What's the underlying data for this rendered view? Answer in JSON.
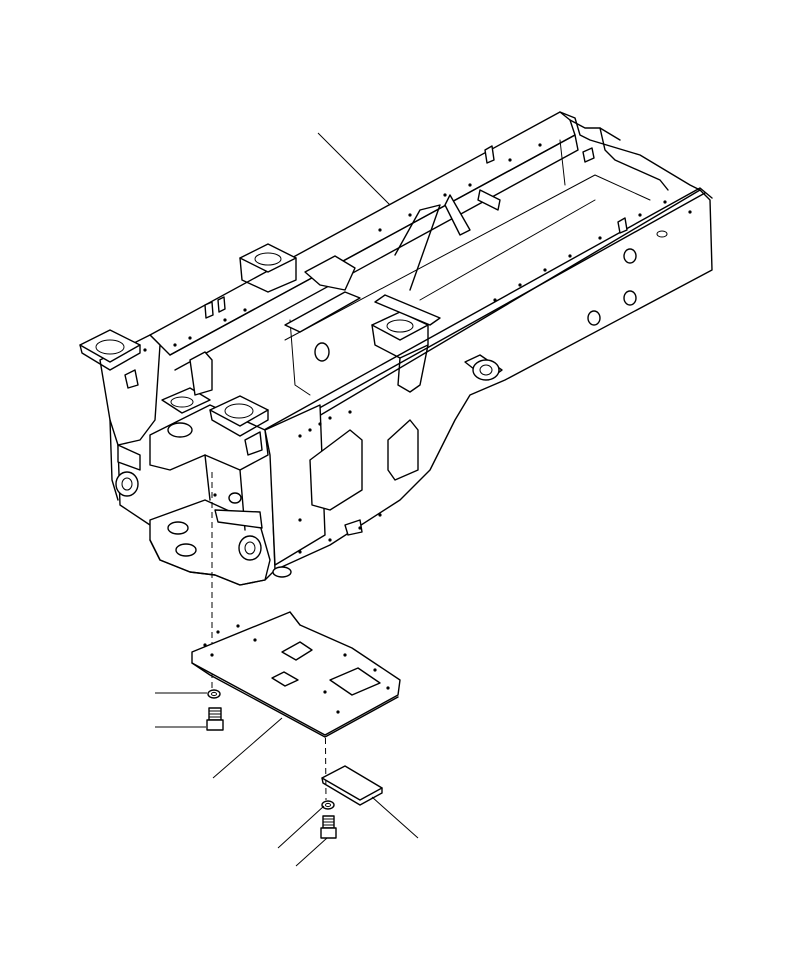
{
  "drawing": {
    "background": "#ffffff",
    "line_color": "#000000"
  },
  "parts": [
    {
      "id": "frame",
      "icon": "rear-frame-icon"
    },
    {
      "id": "cover",
      "icon": "bottom-cover-plate-icon"
    },
    {
      "id": "small-cover",
      "icon": "small-cover-plate-icon"
    },
    {
      "id": "washer-left",
      "icon": "washer-icon"
    },
    {
      "id": "bolt-left",
      "icon": "bolt-icon"
    },
    {
      "id": "washer-right",
      "icon": "washer-icon"
    },
    {
      "id": "bolt-right",
      "icon": "bolt-icon"
    }
  ]
}
